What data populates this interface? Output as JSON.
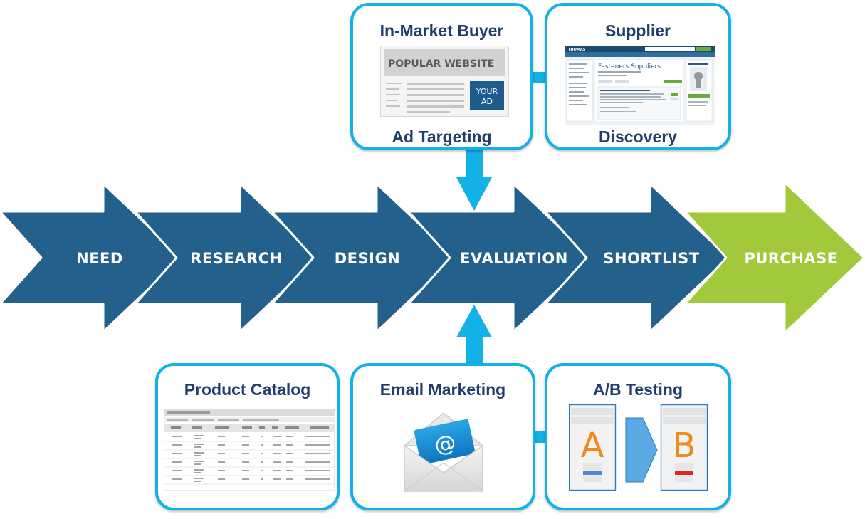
{
  "stages": [
    {
      "label": "NEED"
    },
    {
      "label": "RESEARCH"
    },
    {
      "label": "DESIGN"
    },
    {
      "label": "EVALUATION"
    },
    {
      "label": "SHORTLIST"
    },
    {
      "label": "PURCHASE"
    }
  ],
  "cards": {
    "in_market_buyer": {
      "title": "In-Market Buyer",
      "subtitle": "Ad Targeting",
      "website_label": "POPULAR WEBSITE",
      "ad_line1": "YOUR",
      "ad_line2": "AD"
    },
    "supplier": {
      "title": "Supplier",
      "subtitle": "Discovery",
      "page_heading": "Fasteners Suppliers",
      "brand": "THOMAS"
    },
    "product_catalog": {
      "title": "Product Catalog"
    },
    "email_marketing": {
      "title": "Email Marketing",
      "symbol": "@"
    },
    "ab_testing": {
      "title": "A/B Testing",
      "variant_a": "A",
      "variant_b": "B"
    }
  },
  "colors": {
    "stage_arrow": "#23608c",
    "purchase_arrow": "#a2c93c",
    "accent": "#12b1e6",
    "title_text": "#1f3e6b"
  }
}
